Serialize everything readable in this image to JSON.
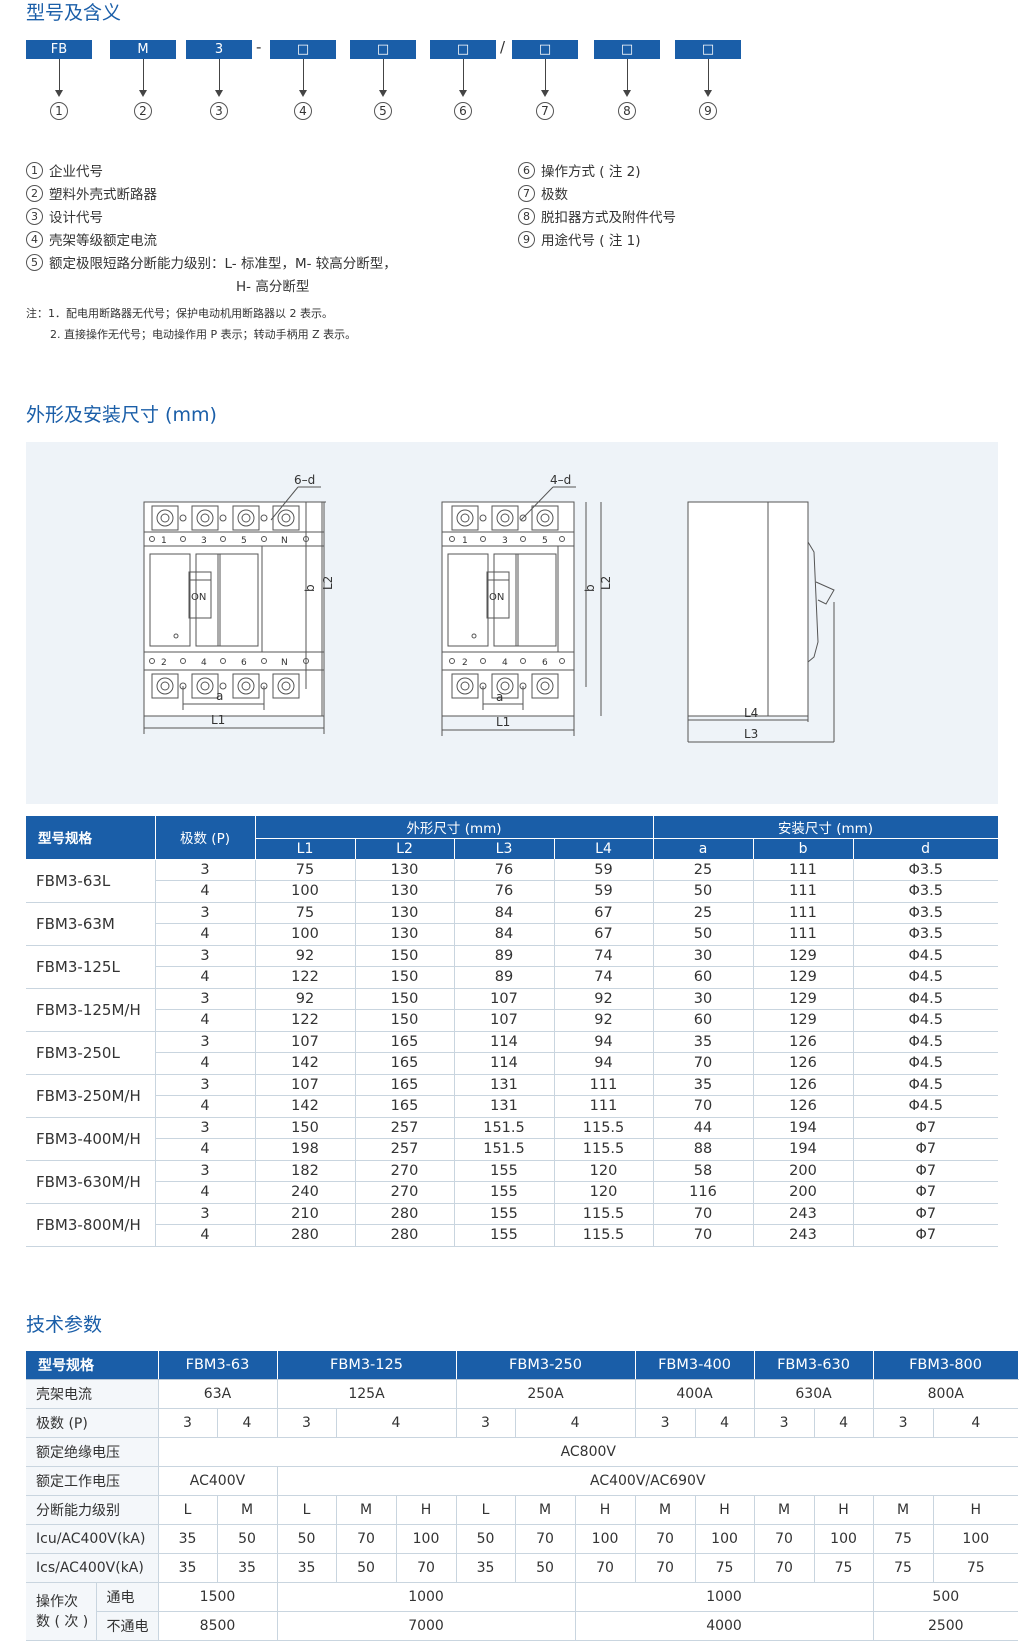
{
  "section1": {
    "title": "型号及含义"
  },
  "model_code": {
    "boxes": [
      "FB",
      "M",
      "3",
      "□",
      "□",
      "□",
      "□",
      "□",
      "□"
    ],
    "separators": [
      "-",
      "/"
    ],
    "circles": [
      "①",
      "②",
      "③",
      "④",
      "⑤",
      "⑥",
      "⑦",
      "⑧",
      "⑨"
    ]
  },
  "legend": {
    "left": [
      {
        "num": "1",
        "text": "企业代号"
      },
      {
        "num": "2",
        "text": "塑料外壳式断路器"
      },
      {
        "num": "3",
        "text": "设计代号"
      },
      {
        "num": "4",
        "text": "壳架等级额定电流"
      },
      {
        "num": "5",
        "text": "额定极限短路分断能力级别：L- 标准型，M- 较高分断型，"
      }
    ],
    "left_cont": "H- 高分断型",
    "right": [
      {
        "num": "6",
        "text": "操作方式 ( 注 2)"
      },
      {
        "num": "7",
        "text": "极数"
      },
      {
        "num": "8",
        "text": "脱扣器方式及附件代号"
      },
      {
        "num": "9",
        "text": "用途代号 ( 注 1)"
      }
    ]
  },
  "notes": [
    "注：1．配电用断路器无代号；保护电动机用断路器以 2 表示。",
    "2. 直接操作无代号；电动操作用 P 表示；转动手柄用 Z 表示。"
  ],
  "section2": {
    "title": "外形及安装尺寸 (mm)"
  },
  "drawing": {
    "d1": {
      "holes": "6–d",
      "top_nums": [
        "1",
        "3",
        "5",
        "N"
      ],
      "bottom_nums": [
        "2",
        "4",
        "6",
        "N"
      ],
      "switch": "ON",
      "b": "b",
      "l2": "L2",
      "a": "a",
      "l1": "L1"
    },
    "d2": {
      "holes": "4–d",
      "top_nums": [
        "1",
        "3",
        "5"
      ],
      "bottom_nums": [
        "2",
        "4",
        "6"
      ],
      "switch": "ON",
      "b": "b",
      "l2": "L2",
      "a": "a",
      "l1": "L1"
    },
    "d3": {
      "l4": "L4",
      "l3": "L3"
    }
  },
  "dim_table": {
    "h_model": "型号规格",
    "h_poles": "极数 (P)",
    "h_outer": "外形尺寸 (mm)",
    "h_install": "安装尺寸 (mm)",
    "sub": [
      "L1",
      "L2",
      "L3",
      "L4",
      "a",
      "b",
      "d"
    ],
    "rows": [
      {
        "model": "FBM3-63L",
        "data": [
          [
            "3",
            "75",
            "130",
            "76",
            "59",
            "25",
            "111",
            "Φ3.5"
          ],
          [
            "4",
            "100",
            "130",
            "76",
            "59",
            "50",
            "111",
            "Φ3.5"
          ]
        ]
      },
      {
        "model": "FBM3-63M",
        "data": [
          [
            "3",
            "75",
            "130",
            "84",
            "67",
            "25",
            "111",
            "Φ3.5"
          ],
          [
            "4",
            "100",
            "130",
            "84",
            "67",
            "50",
            "111",
            "Φ3.5"
          ]
        ]
      },
      {
        "model": "FBM3-125L",
        "data": [
          [
            "3",
            "92",
            "150",
            "89",
            "74",
            "30",
            "129",
            "Φ4.5"
          ],
          [
            "4",
            "122",
            "150",
            "89",
            "74",
            "60",
            "129",
            "Φ4.5"
          ]
        ]
      },
      {
        "model": "FBM3-125M/H",
        "data": [
          [
            "3",
            "92",
            "150",
            "107",
            "92",
            "30",
            "129",
            "Φ4.5"
          ],
          [
            "4",
            "122",
            "150",
            "107",
            "92",
            "60",
            "129",
            "Φ4.5"
          ]
        ]
      },
      {
        "model": "FBM3-250L",
        "data": [
          [
            "3",
            "107",
            "165",
            "114",
            "94",
            "35",
            "126",
            "Φ4.5"
          ],
          [
            "4",
            "142",
            "165",
            "114",
            "94",
            "70",
            "126",
            "Φ4.5"
          ]
        ]
      },
      {
        "model": "FBM3-250M/H",
        "data": [
          [
            "3",
            "107",
            "165",
            "131",
            "111",
            "35",
            "126",
            "Φ4.5"
          ],
          [
            "4",
            "142",
            "165",
            "131",
            "111",
            "70",
            "126",
            "Φ4.5"
          ]
        ]
      },
      {
        "model": "FBM3-400M/H",
        "data": [
          [
            "3",
            "150",
            "257",
            "151.5",
            "115.5",
            "44",
            "194",
            "Φ7"
          ],
          [
            "4",
            "198",
            "257",
            "151.5",
            "115.5",
            "88",
            "194",
            "Φ7"
          ]
        ]
      },
      {
        "model": "FBM3-630M/H",
        "data": [
          [
            "3",
            "182",
            "270",
            "155",
            "120",
            "58",
            "200",
            "Φ7"
          ],
          [
            "4",
            "240",
            "270",
            "155",
            "120",
            "116",
            "200",
            "Φ7"
          ]
        ]
      },
      {
        "model": "FBM3-800M/H",
        "data": [
          [
            "3",
            "210",
            "280",
            "155",
            "115.5",
            "70",
            "243",
            "Φ7"
          ],
          [
            "4",
            "280",
            "280",
            "155",
            "115.5",
            "70",
            "243",
            "Φ7"
          ]
        ]
      }
    ]
  },
  "section3": {
    "title": "技术参数"
  },
  "tech_table": {
    "h_model": "型号规格",
    "models": [
      "FBM3-63",
      "FBM3-125",
      "FBM3-250",
      "FBM3-400",
      "FBM3-630",
      "FBM3-800"
    ],
    "frame_label": "壳架电流",
    "frame": [
      "63A",
      "125A",
      "250A",
      "400A",
      "630A",
      "800A"
    ],
    "poles_label": "极数 (P)",
    "poles": [
      "3",
      "4",
      "3",
      "4",
      "3",
      "4",
      "3",
      "4",
      "3",
      "4",
      "3",
      "4"
    ],
    "insul_label": "额定绝缘电压",
    "insul": "AC800V",
    "work_label": "额定工作电压",
    "work": [
      "AC400V",
      "AC400V/AC690V"
    ],
    "level_label": "分断能力级别",
    "levels": [
      "L",
      "M",
      "L",
      "M",
      "H",
      "L",
      "M",
      "H",
      "M",
      "H",
      "M",
      "H",
      "M",
      "H"
    ],
    "icu_label": "Icu/AC400V(kA)",
    "icu": [
      "35",
      "50",
      "50",
      "70",
      "100",
      "50",
      "70",
      "100",
      "70",
      "100",
      "70",
      "100",
      "75",
      "100"
    ],
    "ics_label": "Ics/AC400V(kA)",
    "ics": [
      "35",
      "35",
      "35",
      "50",
      "70",
      "35",
      "50",
      "70",
      "70",
      "75",
      "70",
      "75",
      "75",
      "75"
    ],
    "ops_label_1": "操作次",
    "ops_label_2": "数 ( 次 )",
    "on_label": "通电",
    "on": [
      "1500",
      "1000",
      "1000",
      "500"
    ],
    "off_label": "不通电",
    "off": [
      "8500",
      "7000",
      "4000",
      "2500"
    ]
  }
}
